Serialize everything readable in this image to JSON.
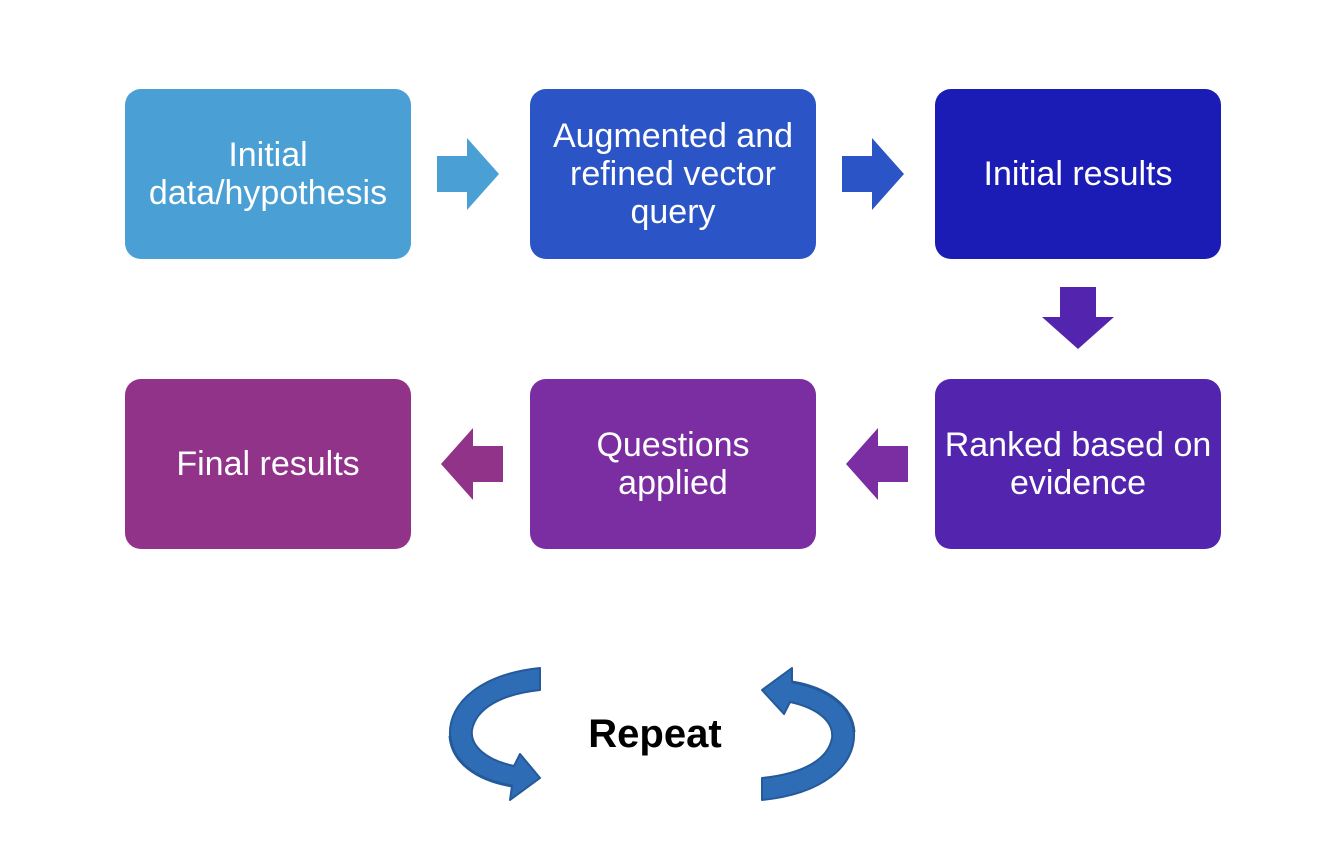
{
  "colors": {
    "step1": "#4A9FD5",
    "step2": "#2B55C6",
    "step3": "#1B1CB5",
    "step4": "#5324AE",
    "step5": "#7B2DA2",
    "step6": "#92338A",
    "cycle_arrow": "#2E6CB6",
    "cycle_arrow_edge": "#245A99"
  },
  "steps": [
    {
      "label": "Initial data/hypothesis"
    },
    {
      "label": "Augmented and refined vector query"
    },
    {
      "label": "Initial results"
    },
    {
      "label": "Ranked based on evidence"
    },
    {
      "label": "Questions applied"
    },
    {
      "label": "Final results"
    }
  ],
  "cycle": {
    "label": "Repeat",
    "icon": "cycle-arrows-icon"
  }
}
